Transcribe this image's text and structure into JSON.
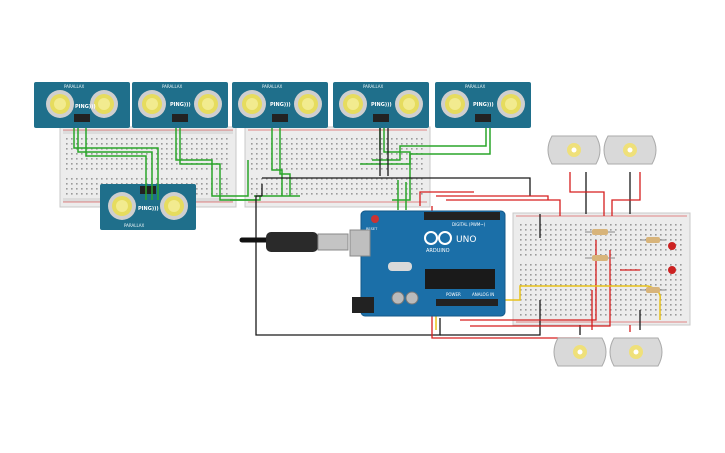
{
  "sensors": [
    {
      "brand": "PARALLAX",
      "model": "PING)))"
    },
    {
      "brand": "PARALLAX",
      "model": "PING)))"
    },
    {
      "brand": "PARALLAX",
      "model": "PING)))"
    },
    {
      "brand": "PARALLAX",
      "model": "PING)))"
    },
    {
      "brand": "PARALLAX",
      "model": "PING)))"
    },
    {
      "brand": "PARALLAX",
      "model": "PING)))"
    }
  ],
  "arduino": {
    "logo_text": "ARDUINO",
    "model": "UNO",
    "digital_label": "DIGITAL (PWM~)",
    "power_label": "POWER",
    "analog_label": "ANALOG IN",
    "reset_label": "RESET"
  },
  "motors": [
    "dc-motor",
    "dc-motor",
    "dc-motor",
    "dc-motor"
  ],
  "colors": {
    "sensor_blue": "#1f6f8b",
    "arduino_blue": "#1b6fa8",
    "wire_green": "#2aa52a",
    "wire_red": "#d61e1e",
    "wire_black": "#1a1a1a",
    "wire_yellow": "#e8c21a",
    "breadboard": "#ececec",
    "led_red": "#cc2222",
    "motor_body": "#d9d9d9"
  }
}
